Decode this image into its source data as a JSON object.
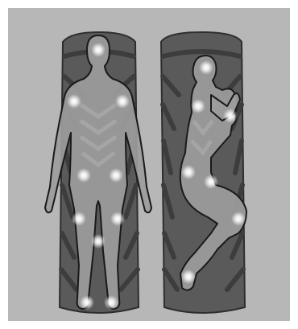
{
  "colors": {
    "background": "#b7b7b7",
    "frame": "#ffffff",
    "mat": "#5a5a5a",
    "mat_stripe": "#3d3d3d",
    "mat_edge": "#2e2e2e",
    "body_fill": "#9c9c9c",
    "body_outline": "#1a1a1a",
    "chevron": "#b0b0b0",
    "pressure_point": "#ffffff"
  },
  "figures": [
    {
      "pose": "supine",
      "pressure_point_count": 10
    },
    {
      "pose": "lateral",
      "pressure_point_count": 7
    }
  ],
  "icons": [
    "left-mat-illustration",
    "right-mat-illustration",
    "pressure-point-glow"
  ]
}
